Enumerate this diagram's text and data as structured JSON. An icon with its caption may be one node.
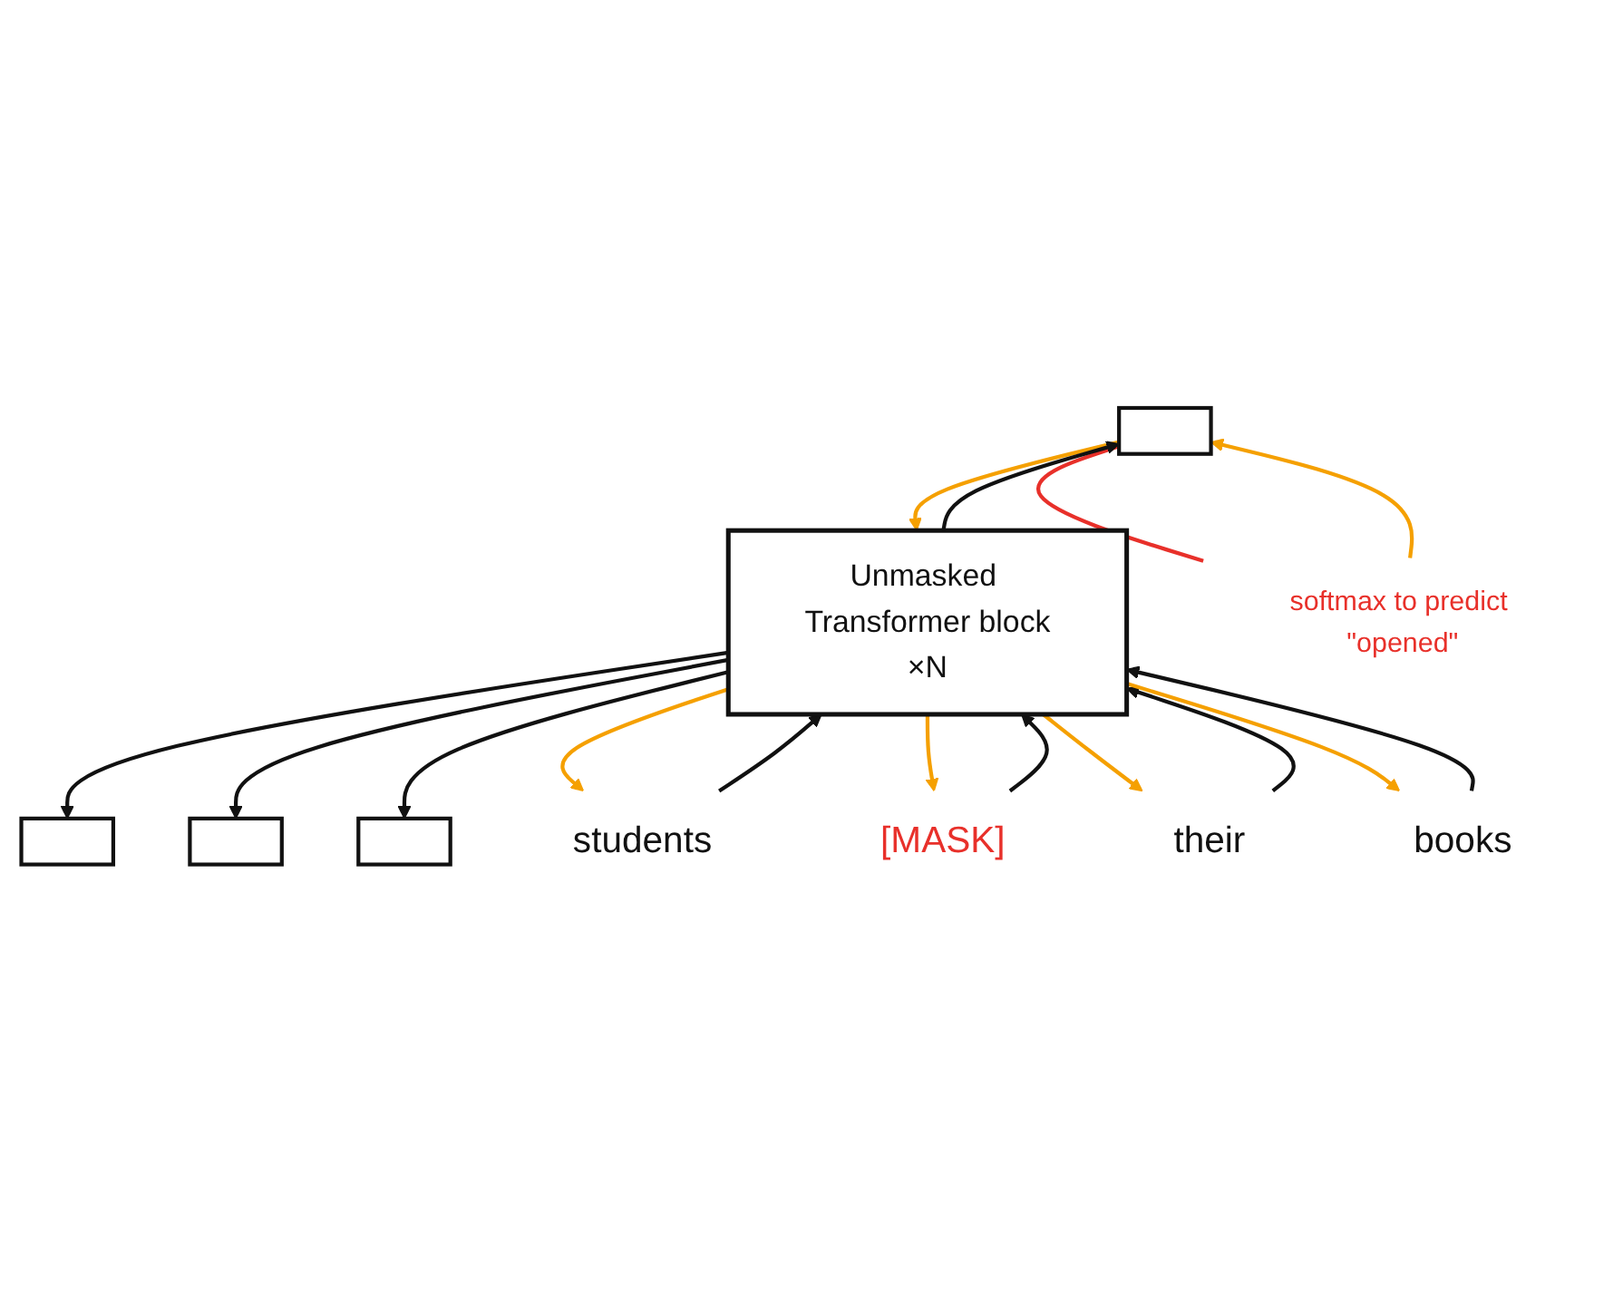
{
  "diagram": {
    "nodes": [
      {
        "text": [],
        "shape": "bar"
      },
      {
        "text": [],
        "shape": "bar"
      },
      {
        "text": [],
        "shape": "bar"
      },
      {
        "text": [],
        "shape": "bar"
      },
      {
        "text": [
          "Unmasked Transformer block",
          "×N"
        ]
      },
      {
        "text": [
          "students"
        ]
      },
      {
        "text": [
          "[MASK]"
        ]
      },
      {
        "text": [
          "their"
        ]
      },
      {
        "text": [
          "books"
        ]
      },
      {
        "text": [
          "softmax to predict \"opened\""
        ]
      }
    ],
    "edges": [
      {
        "from": 9,
        "to": 1,
        "arrow": "to",
        "color": "#f5a000"
      },
      {
        "from": 1,
        "to": 9,
        "arrow": "none",
        "color": "#e8302a"
      },
      {
        "from": 1,
        "to": 4,
        "arrow": "to",
        "color": "#f5a000"
      },
      {
        "from": 4,
        "to": 0,
        "arrow": "to"
      },
      {
        "from": 4,
        "to": 1,
        "arrow": "to"
      },
      {
        "from": 4,
        "to": 2,
        "arrow": "to"
      },
      {
        "from": 4,
        "to": 3,
        "arrow": "to"
      },
      {
        "from": 4,
        "to": 5,
        "arrow": "to",
        "color": "#f5a000"
      },
      {
        "from": 5,
        "to": 4,
        "arrow": "to"
      },
      {
        "from": 4,
        "to": 6,
        "arrow": "to",
        "color": "#f5a000"
      },
      {
        "from": 6,
        "to": 4,
        "arrow": "to"
      },
      {
        "from": 4,
        "to": 7,
        "arrow": "to",
        "color": "#f5a000"
      },
      {
        "from": 7,
        "to": 4,
        "arrow": "to"
      },
      {
        "from": 4,
        "to": 8,
        "arrow": "to",
        "color": "#f5a000"
      },
      {
        "from": 8,
        "to": 4,
        "arrow": "to"
      }
    ]
  }
}
